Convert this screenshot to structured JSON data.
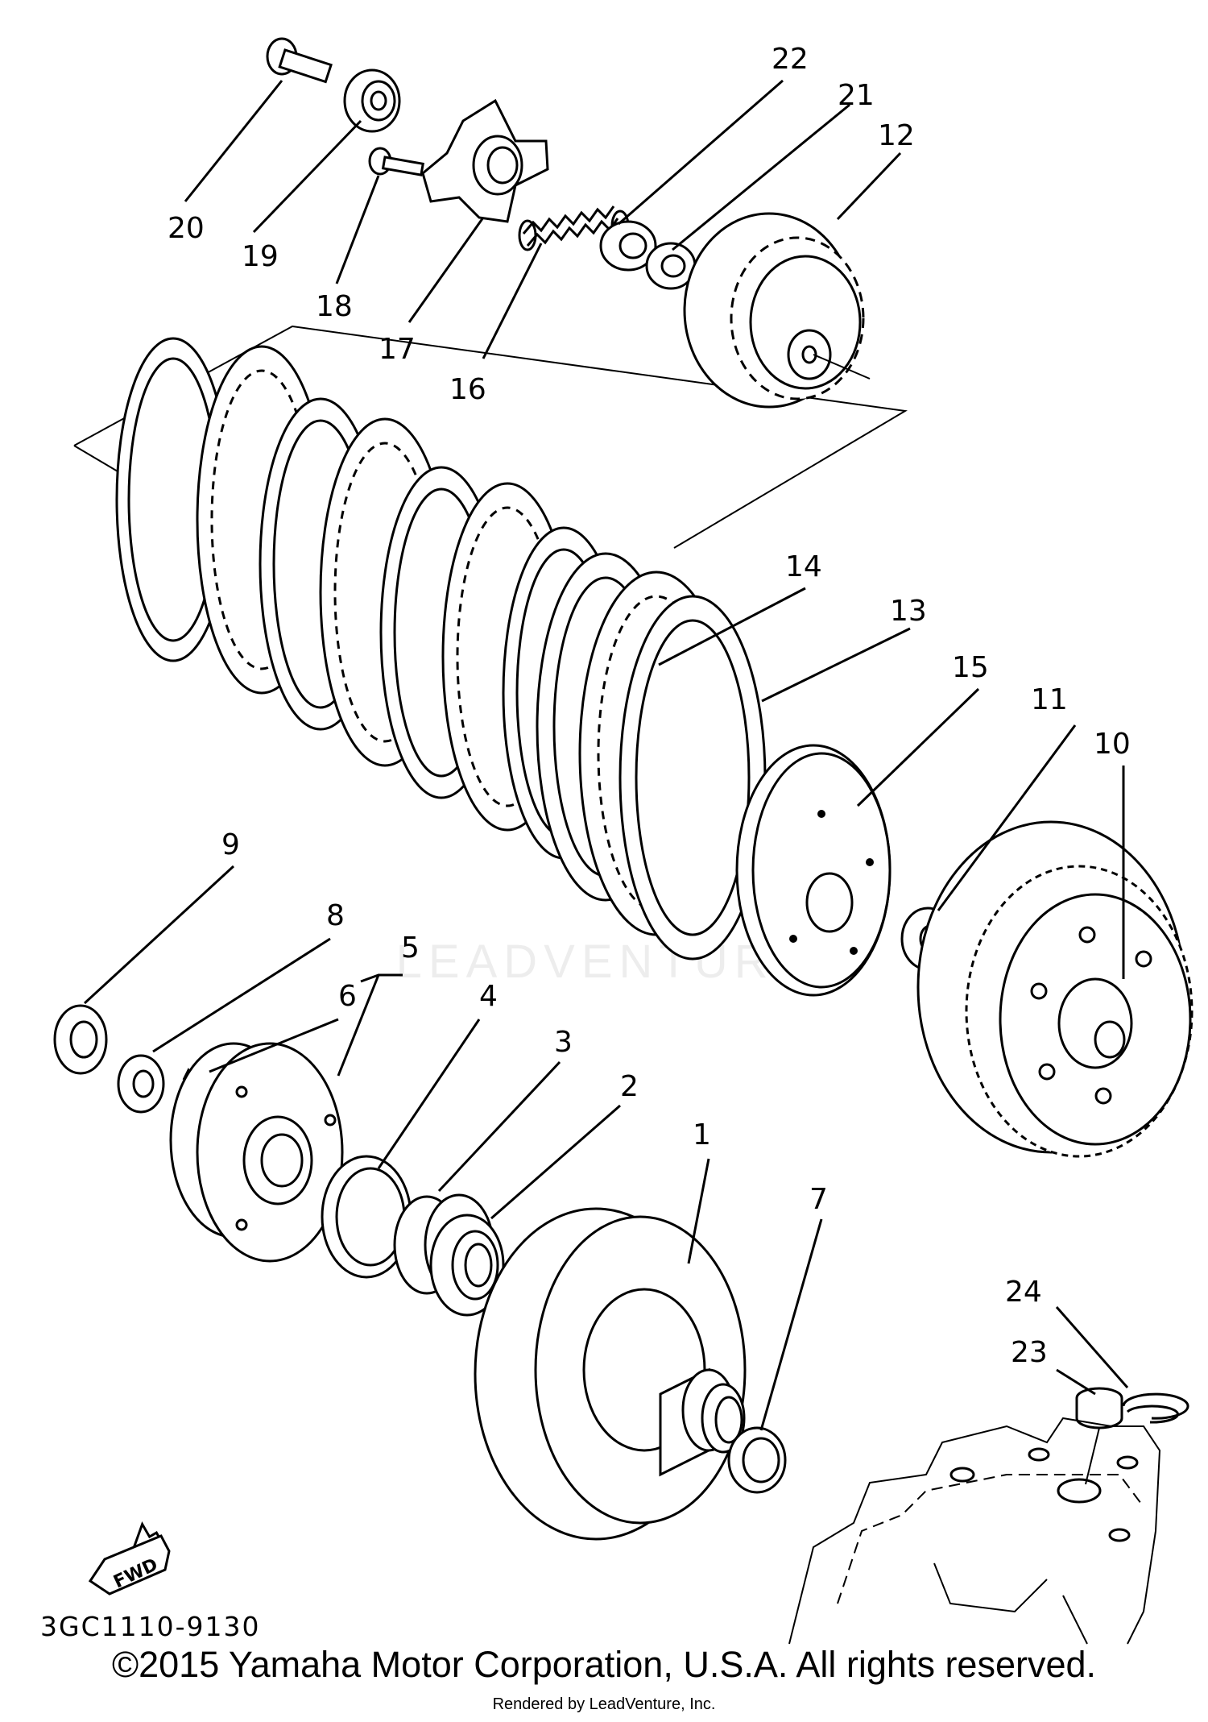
{
  "diagram": {
    "part_labels": [
      "1",
      "2",
      "3",
      "4",
      "5",
      "6",
      "7",
      "8",
      "9",
      "10",
      "11",
      "12",
      "13",
      "14",
      "15",
      "16",
      "17",
      "18",
      "19",
      "20",
      "21",
      "22",
      "23",
      "24"
    ],
    "fwd_label": "FWD",
    "diagram_code": "3GC1110-9130",
    "watermark": "LEADVENTURE",
    "copyright": "©2015 Yamaha Motor Corporation, U.S.A. All rights reserved.",
    "rendered_by": "Rendered by LeadVenture, Inc."
  }
}
